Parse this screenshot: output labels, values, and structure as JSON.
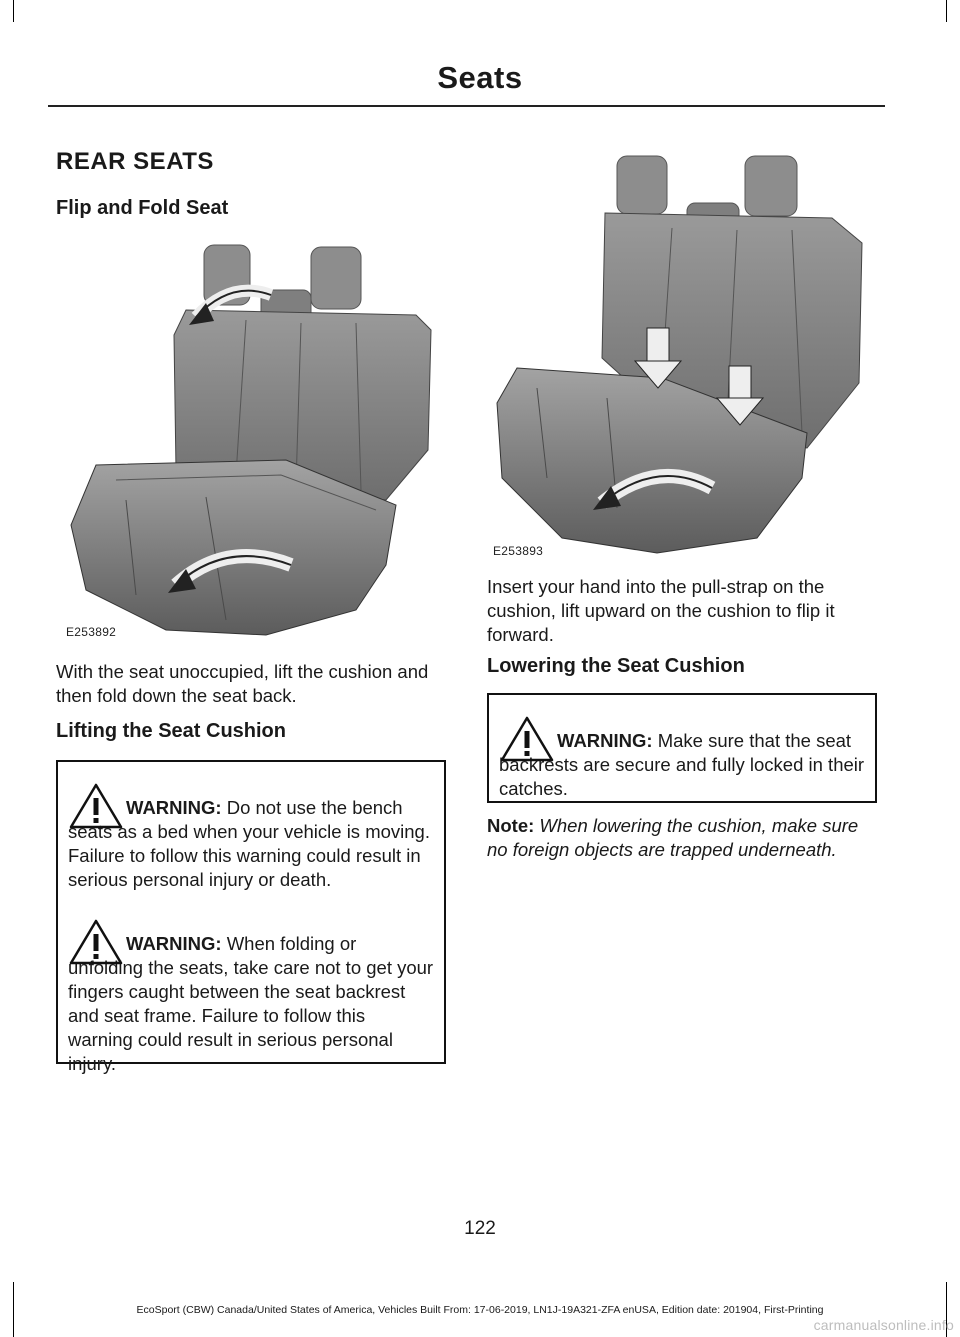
{
  "header": {
    "title": "Seats"
  },
  "section": {
    "title": "REAR SEATS"
  },
  "flip_fold": {
    "heading": "Flip and Fold Seat",
    "figure_code": "E253892",
    "text": "With the seat unoccupied, lift the cushion and then fold down the seat back."
  },
  "lifting": {
    "heading": "Lifting the Seat Cushion",
    "warnings": [
      {
        "label": "WARNING:",
        "text": " Do not use the bench seats as a bed when your vehicle is moving. Failure to follow this warning could result in serious personal injury or death."
      },
      {
        "label": "WARNING:",
        "text": " When folding or unfolding the seats, take care not to get your fingers caught between the seat backrest and seat frame. Failure to follow this warning could result in serious personal injury."
      }
    ]
  },
  "right_figure": {
    "figure_code": "E253893"
  },
  "insert_text": "Insert your hand into the pull-strap on the cushion, lift upward on the cushion to flip it forward.",
  "lowering": {
    "heading": "Lowering the Seat Cushion",
    "warning": {
      "label": "WARNING:",
      "text": " Make sure that the seat backrests are secure and fully locked in their catches."
    },
    "note_label": "Note:",
    "note_text": " When lowering the cushion, make sure no foreign objects are trapped underneath."
  },
  "page_number": "122",
  "footer": "EcoSport (CBW) Canada/United States of America, Vehicles Built From: 17-06-2019, LN1J-19A321-ZFA enUSA, Edition date: 201904, First-Printing",
  "watermark": "carmanualsonline.info"
}
